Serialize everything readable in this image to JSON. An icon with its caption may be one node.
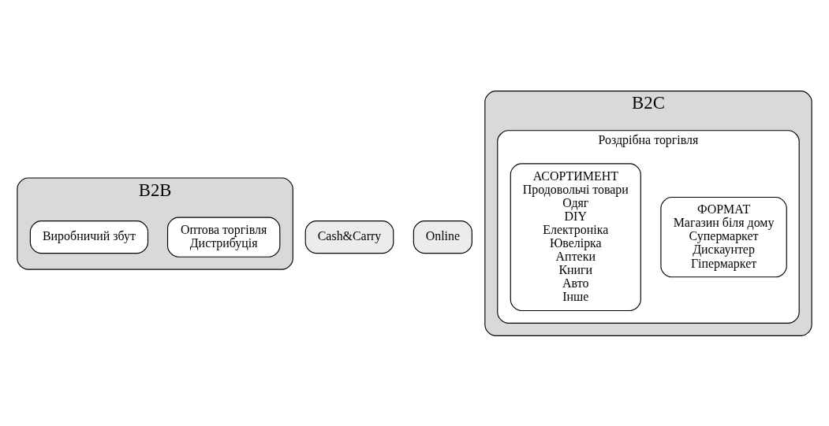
{
  "diagram": {
    "nodes": [
      {
        "text": [
          "B2B"
        ]
      },
      {
        "text": [
          "Оптова торгівля",
          "Дистрибуція"
        ],
        "in": 0
      },
      {
        "text": [
          "Виробничий збут"
        ],
        "in": 0
      },
      {
        "text": [
          "Cash&Carry"
        ]
      },
      {
        "text": [
          "Online"
        ]
      },
      {
        "text": [
          "B2C"
        ]
      },
      {
        "text": [
          "Роздрібна торгівля"
        ],
        "in": 5
      },
      {
        "text": [
          "ФОРМАТ",
          "Магазин біля дому",
          "Супермаркет",
          "Дискаунтер",
          "Гіпермаркет"
        ],
        "in": 6
      },
      {
        "text": [
          "АСОРТИМЕНТ",
          "Продовольчі товари",
          "Одяг",
          "DIY",
          "Електроніка",
          "Ювелірка",
          "Аптеки",
          "Книги",
          "Авто",
          "Інше"
        ],
        "in": 6
      }
    ],
    "edges": []
  }
}
